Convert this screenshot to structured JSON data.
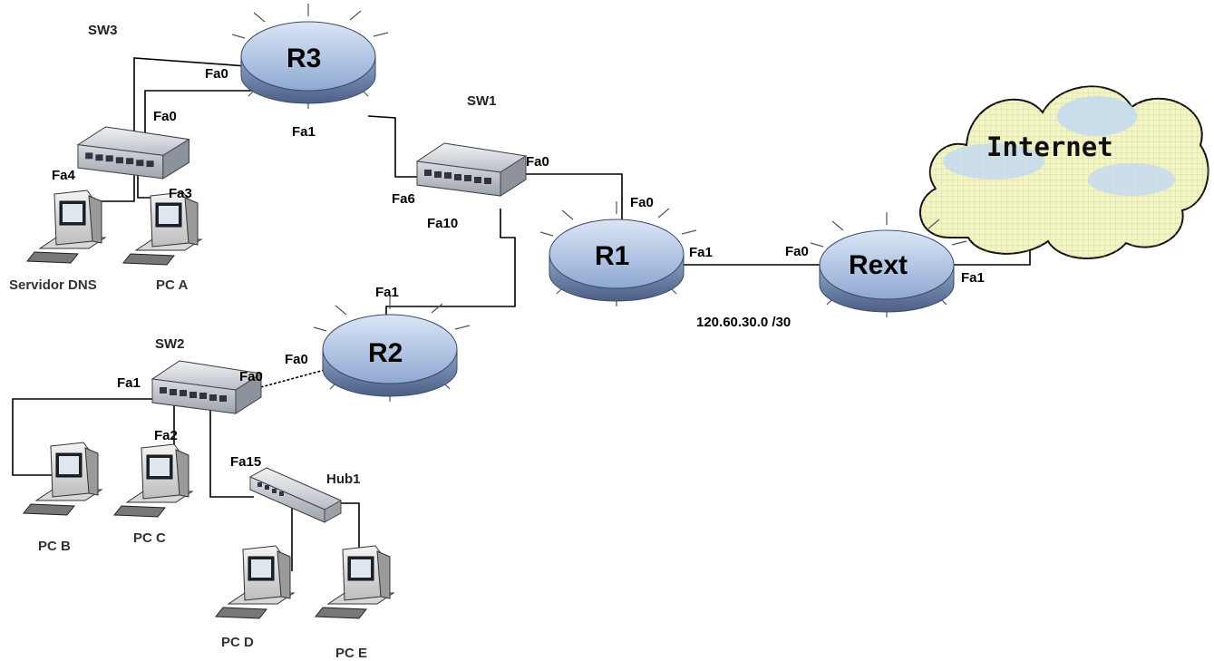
{
  "devices": {
    "r1": "R1",
    "r2": "R2",
    "r3": "R3",
    "rext": "Rext",
    "sw1": "SW1",
    "sw2": "SW2",
    "sw3": "SW3",
    "hub1": "Hub1",
    "internet": "Internet"
  },
  "hosts": {
    "dns": "Servidor DNS",
    "pca": "PC A",
    "pcb": "PC B",
    "pcc": "PC C",
    "pcd": "PC D",
    "pce": "PC E"
  },
  "ports": {
    "r3_fa0": "Fa0",
    "r3_fa1": "Fa1",
    "sw3_fa0": "Fa0",
    "sw3_fa4": "Fa4",
    "sw3_fa3": "Fa3",
    "sw1_fa0": "Fa0",
    "sw1_fa6": "Fa6",
    "sw1_fa10": "Fa10",
    "r1_fa0": "Fa0",
    "r1_fa1": "Fa1",
    "rext_fa0": "Fa0",
    "rext_fa1": "Fa1",
    "r2_fa1": "Fa1",
    "r2_fa0": "Fa0",
    "sw2_fa1": "Fa1",
    "sw2_fa0": "Fa0",
    "sw2_fa2": "Fa2",
    "sw2_fa15": "Fa15"
  },
  "network": "120.60.30.0 /30",
  "colors": {
    "router_top": "#a9bfe2",
    "router_edge": "#5a6e92",
    "switch_body": "#c9cdd3",
    "cloud_fill": "#f4f6c8",
    "cloud_blue": "#bcd4f0"
  },
  "icons": [
    "router-icon",
    "switch-icon",
    "hub-icon",
    "pc-icon",
    "cloud-icon"
  ]
}
